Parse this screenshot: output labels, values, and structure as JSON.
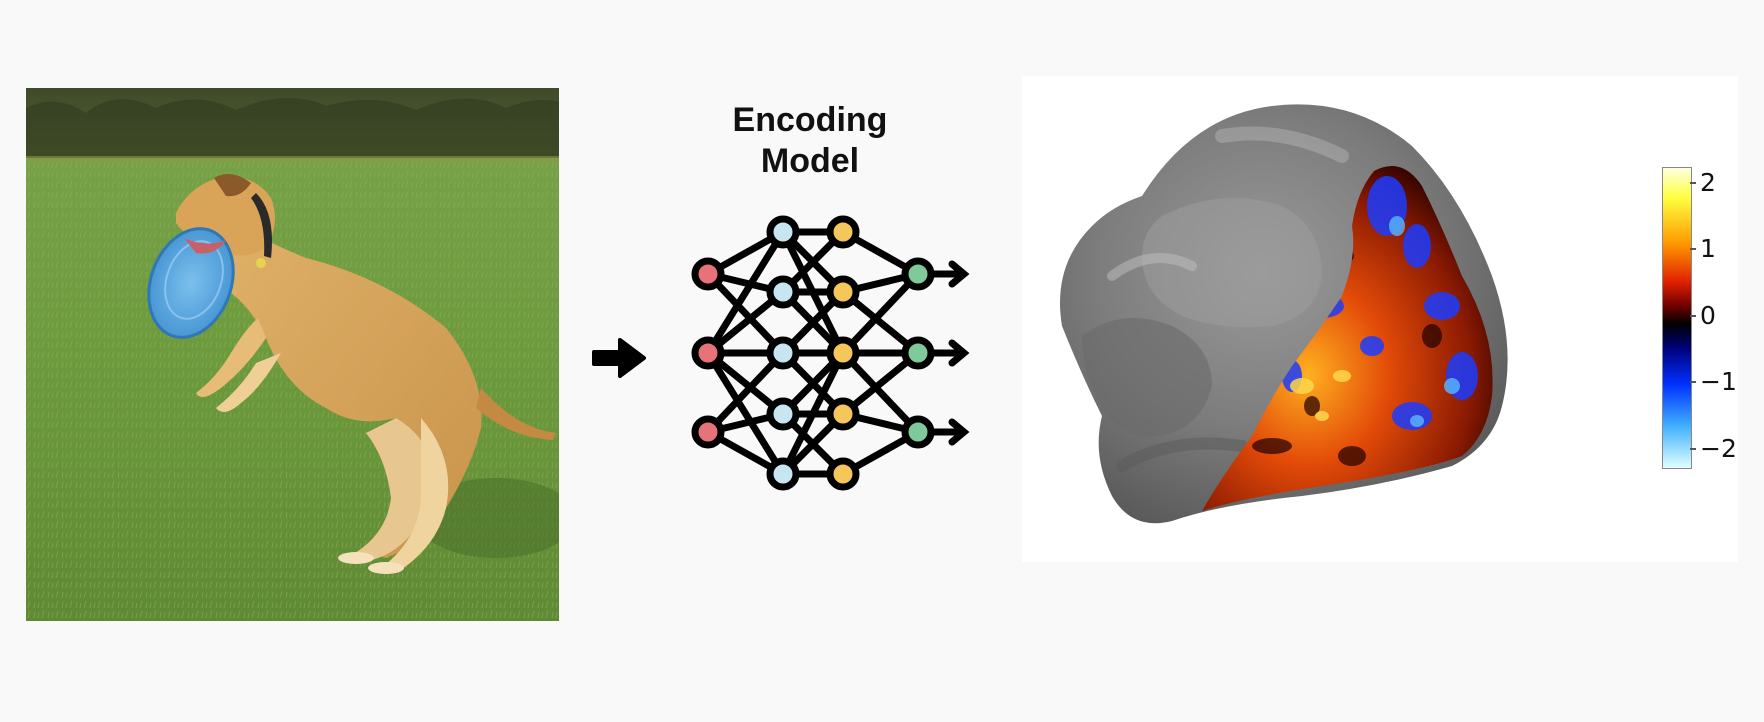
{
  "encoding_model": {
    "title_line1": "Encoding",
    "title_line2": "Model"
  },
  "icons": {
    "input_arrow": "right-arrow-icon",
    "network": "neural-network-icon",
    "output_arrows": "right-arrow-icon"
  },
  "colors": {
    "node_red": "#e8727a",
    "node_blue": "#c8e6f2",
    "node_yellow": "#f5c65a",
    "node_green": "#7fc99a"
  },
  "colorbar": {
    "ticks": [
      "2",
      "1",
      "0",
      "−1",
      "−2"
    ]
  }
}
